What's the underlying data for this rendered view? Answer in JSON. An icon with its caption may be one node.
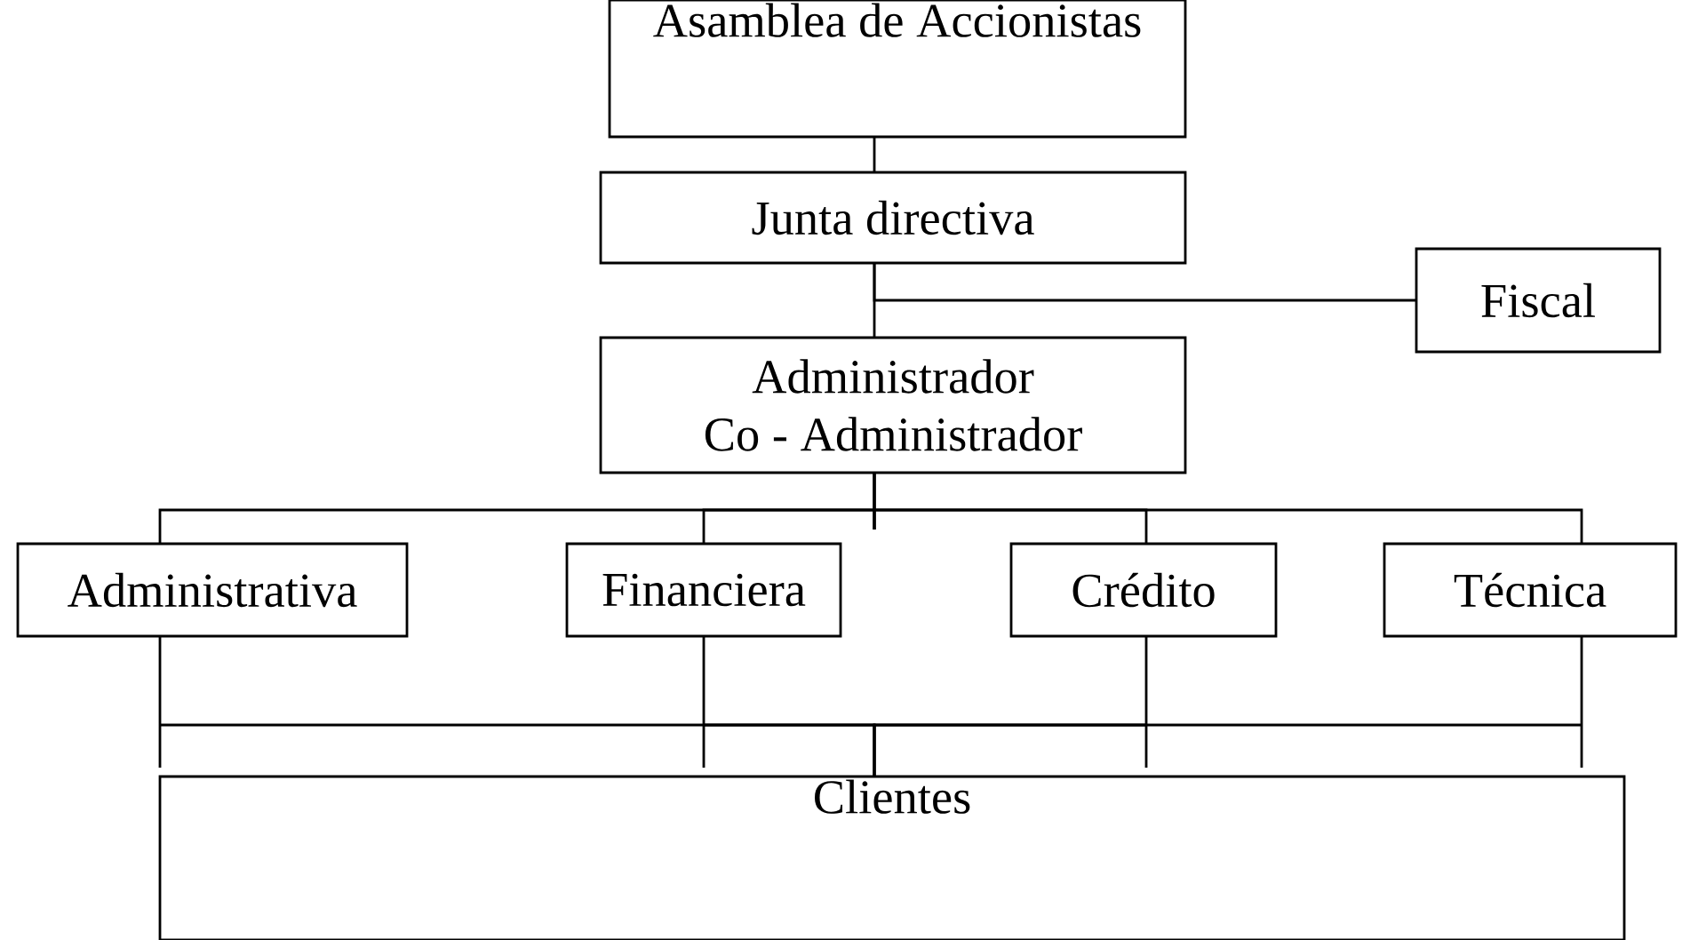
{
  "diagram": {
    "nodes": [
      {
        "text": [
          "Asamblea de Accionistas"
        ]
      },
      {
        "text": [
          "Junta directiva"
        ]
      },
      {
        "text": [
          "Fiscal"
        ]
      },
      {
        "text": [
          "Administrador",
          "Co - Administrador"
        ]
      },
      {
        "text": [
          "Administrativa"
        ]
      },
      {
        "text": [
          "Financiera"
        ]
      },
      {
        "text": [
          "Crédito"
        ]
      },
      {
        "text": [
          "Técnica"
        ]
      },
      {
        "text": [
          "Clientes"
        ]
      }
    ],
    "edges": [
      {
        "from": 0,
        "to": 1,
        "arrow": "none"
      },
      {
        "from": 1,
        "to": 2,
        "arrow": "none"
      },
      {
        "from": 1,
        "to": 3,
        "arrow": "none"
      },
      {
        "from": 3,
        "to": 4,
        "arrow": "none"
      },
      {
        "from": 3,
        "to": 5,
        "arrow": "none"
      },
      {
        "from": 3,
        "to": 6,
        "arrow": "none"
      },
      {
        "from": 3,
        "to": 7,
        "arrow": "none"
      },
      {
        "from": 4,
        "to": 8,
        "arrow": "none"
      },
      {
        "from": 5,
        "to": 8,
        "arrow": "none"
      },
      {
        "from": 6,
        "to": 8,
        "arrow": "none"
      },
      {
        "from": 7,
        "to": 8,
        "arrow": "none"
      }
    ]
  }
}
